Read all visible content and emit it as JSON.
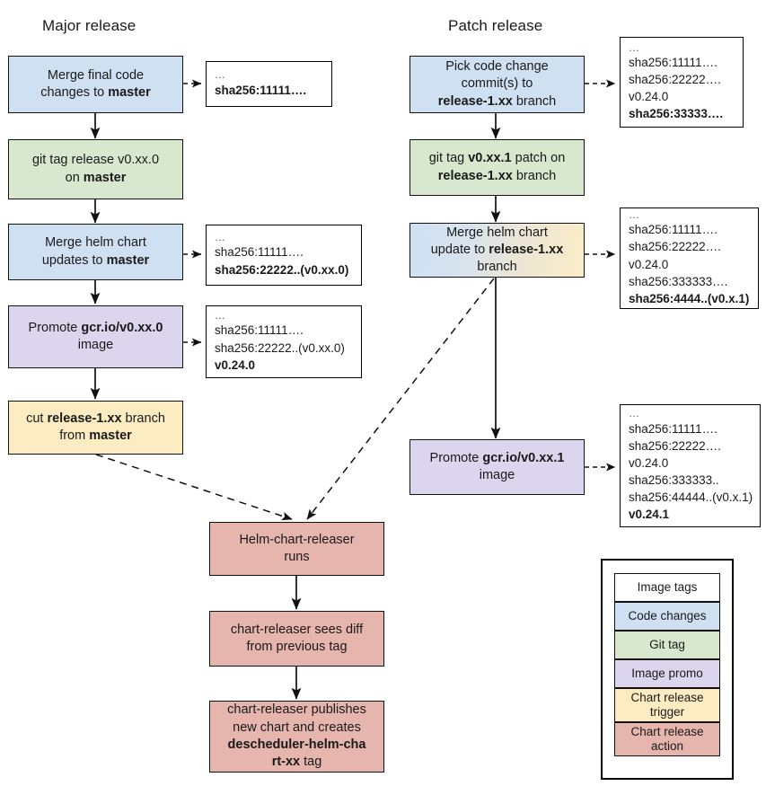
{
  "columns": {
    "major": {
      "title": "Major release"
    },
    "patch": {
      "title": "Patch release"
    }
  },
  "nodes": {
    "major_merge_code": {
      "lines": [
        "Merge final code",
        "changes to <b>master</b>"
      ],
      "kind": "Code changes"
    },
    "major_git_tag": {
      "lines": [
        "git tag release v0.xx.0",
        "on <b>master</b>"
      ],
      "kind": "Git tag"
    },
    "major_merge_helm": {
      "lines": [
        "Merge helm chart",
        "updates to <b>master</b>"
      ],
      "kind": "Code changes"
    },
    "major_promote": {
      "lines": [
        "Promote <b>gcr.io/v0.xx.0</b>",
        "image"
      ],
      "kind": "Image promo"
    },
    "major_cut_branch": {
      "lines": [
        "cut <b>release-1.xx</b> branch",
        "from <b>master</b>"
      ],
      "kind": "Chart release trigger"
    },
    "patch_pick_commits": {
      "lines": [
        "Pick code change",
        "commit(s) to",
        "<b>release-1.xx</b> branch"
      ],
      "kind": "Code changes"
    },
    "patch_git_tag": {
      "lines": [
        "git tag <b>v0.xx.1</b> patch on",
        "<b>release-1.xx</b> branch"
      ],
      "kind": "Git tag"
    },
    "patch_merge_helm": {
      "lines": [
        "Merge helm chart",
        "update to <b>release-1.xx</b>",
        "branch"
      ],
      "kind": "Code changes / Chart release trigger"
    },
    "patch_promote": {
      "lines": [
        "Promote <b>gcr.io/v0.xx.1</b>",
        "image"
      ],
      "kind": "Image promo"
    },
    "cr_runs": {
      "lines": [
        "Helm-chart-releaser",
        "runs"
      ],
      "kind": "Chart release action"
    },
    "cr_diff": {
      "lines": [
        "chart-releaser sees diff",
        "from previous tag"
      ],
      "kind": "Chart release action"
    },
    "cr_publish": {
      "lines": [
        "chart-releaser publishes",
        "new chart and creates",
        "<b>descheduler-helm-cha</b>",
        "<b>rt-xx</b> tag"
      ],
      "kind": "Chart release action"
    }
  },
  "notes": {
    "note_major_1": {
      "lines": [
        {
          "t": "…",
          "b": false
        },
        {
          "t": "sha256:11111….",
          "b": true
        }
      ]
    },
    "note_major_2": {
      "lines": [
        {
          "t": "…",
          "b": false
        },
        {
          "t": "sha256:11111….",
          "b": false
        },
        {
          "t": "sha256:22222..(v0.xx.0)",
          "b": true
        }
      ]
    },
    "note_major_3": {
      "lines": [
        {
          "t": "…",
          "b": false
        },
        {
          "t": "sha256:11111….",
          "b": false
        },
        {
          "t": "sha256:22222..(v0.xx.0)",
          "b": false
        },
        {
          "t": "v0.24.0",
          "b": true
        }
      ]
    },
    "note_patch_1": {
      "lines": [
        {
          "t": "…",
          "b": false
        },
        {
          "t": "sha256:11111….",
          "b": false
        },
        {
          "t": "sha256:22222….",
          "b": false
        },
        {
          "t": "v0.24.0",
          "b": false
        },
        {
          "t": "sha256:33333….",
          "b": true
        }
      ]
    },
    "note_patch_2": {
      "lines": [
        {
          "t": "…",
          "b": false
        },
        {
          "t": "sha256:11111….",
          "b": false
        },
        {
          "t": "sha256:22222….",
          "b": false
        },
        {
          "t": "v0.24.0",
          "b": false
        },
        {
          "t": "sha256:333333….",
          "b": false
        },
        {
          "t": "sha256:4444..(v0.x.1)",
          "b": true
        }
      ]
    },
    "note_patch_3": {
      "lines": [
        {
          "t": "…",
          "b": false
        },
        {
          "t": "sha256:11111….",
          "b": false
        },
        {
          "t": "sha256:22222….",
          "b": false
        },
        {
          "t": "v0.24.0",
          "b": false
        },
        {
          "t": "sha256:333333..",
          "b": false
        },
        {
          "t": "sha256:44444..(v0.x.1)",
          "b": false
        },
        {
          "t": "v0.24.1",
          "b": true
        }
      ]
    }
  },
  "legend": {
    "items": [
      {
        "label": "Image tags",
        "color": "#ffffff"
      },
      {
        "label": "Code changes",
        "color": "#cfe0f3"
      },
      {
        "label": "Git tag",
        "color": "#d7e8cf"
      },
      {
        "label": "Image promo",
        "color": "#dbd5ed"
      },
      {
        "label": "Chart release trigger",
        "color": "#fdecc2"
      },
      {
        "label": "Chart release action",
        "color": "#e6b5ae"
      }
    ]
  },
  "colors": {
    "code_changes": "#cfe0f3",
    "git_tag": "#d7e8cf",
    "image_promo": "#dbd5ed",
    "chart_release_trigger": "#fdecc2",
    "chart_release_action": "#e6b5ae",
    "stroke": "#111111",
    "background": "#ffffff"
  }
}
